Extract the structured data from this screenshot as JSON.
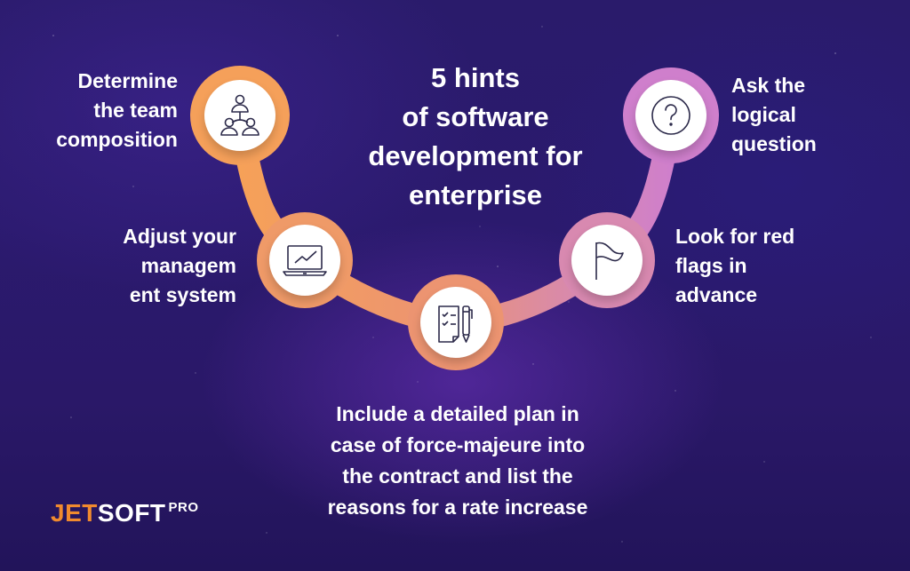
{
  "title": "5 hints\nof software\ndevelopment for\nenterprise",
  "colors": {
    "background": "#2a1b6b",
    "orange": "#f5a05a",
    "salmon": "#ec9470",
    "pink": "#d889b0",
    "purple_pink": "#cf7fcb",
    "icon_stroke": "#2c2a4a",
    "logo_orange": "#f08a2e"
  },
  "hints": [
    {
      "id": 1,
      "icon": "team-icon",
      "label": "Determine\nthe team\ncomposition"
    },
    {
      "id": 2,
      "icon": "laptop-chart-icon",
      "label": "Adjust your\nmanagem\nent system"
    },
    {
      "id": 3,
      "icon": "checklist-pen-icon",
      "label": "Include a detailed plan in\ncase of force-majeure into\nthe contract and list the\nreasons for a rate increase"
    },
    {
      "id": 4,
      "icon": "flag-icon",
      "label": "Look for red\nflags in\nadvance"
    },
    {
      "id": 5,
      "icon": "question-icon",
      "label": "Ask the\nlogical\nquestion"
    }
  ],
  "logo": {
    "part1": "JET",
    "part2": "SOFT",
    "superscript": "PRO"
  }
}
